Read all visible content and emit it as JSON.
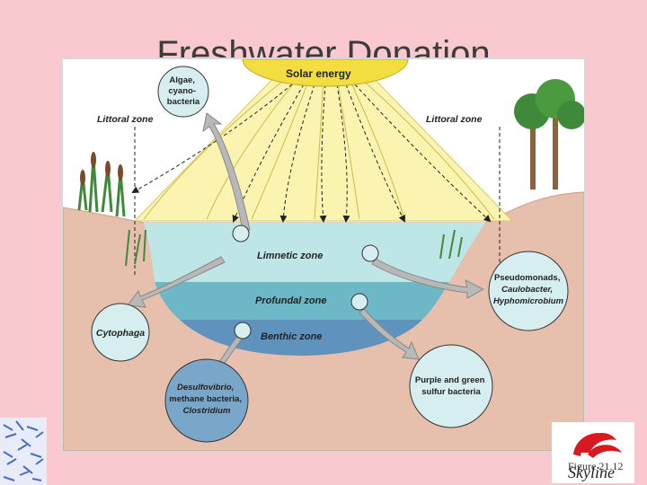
{
  "slide": {
    "title": "Freshwater Donation",
    "figure_ref": "Figure 21.12",
    "brand": "Skyline"
  },
  "diagram": {
    "sun": "Solar energy",
    "algae": [
      "Algae,",
      "cyano-",
      "bacteria"
    ],
    "littoral_left": "Littoral zone",
    "littoral_right": "Littoral zone",
    "limnetic": "Limnetic zone",
    "profundal": "Profundal zone",
    "benthic": "Benthic zone",
    "cytophaga": "Cytophaga",
    "pseudomonads": [
      "Pseudomonads,",
      "Caulobacter,",
      "Hyphomicrobium"
    ],
    "desulfovibrio": [
      "Desulfovibrio,",
      "methane bacteria,",
      "Clostridium"
    ],
    "purple": [
      "Purple and green",
      "sulfur bacteria"
    ]
  },
  "colors": {
    "background": "#f9c9cf",
    "sun_ray": "#fbf4b0",
    "limnetic_water": "#bfe6e6",
    "profundal_water": "#6cb8c6",
    "benthic_water": "#5f93bd",
    "sediment": "#e6c0ad",
    "bubble": "#d6eef0",
    "bubble_dark": "#7aa6c9",
    "vegetation": "#3f8a3a"
  }
}
